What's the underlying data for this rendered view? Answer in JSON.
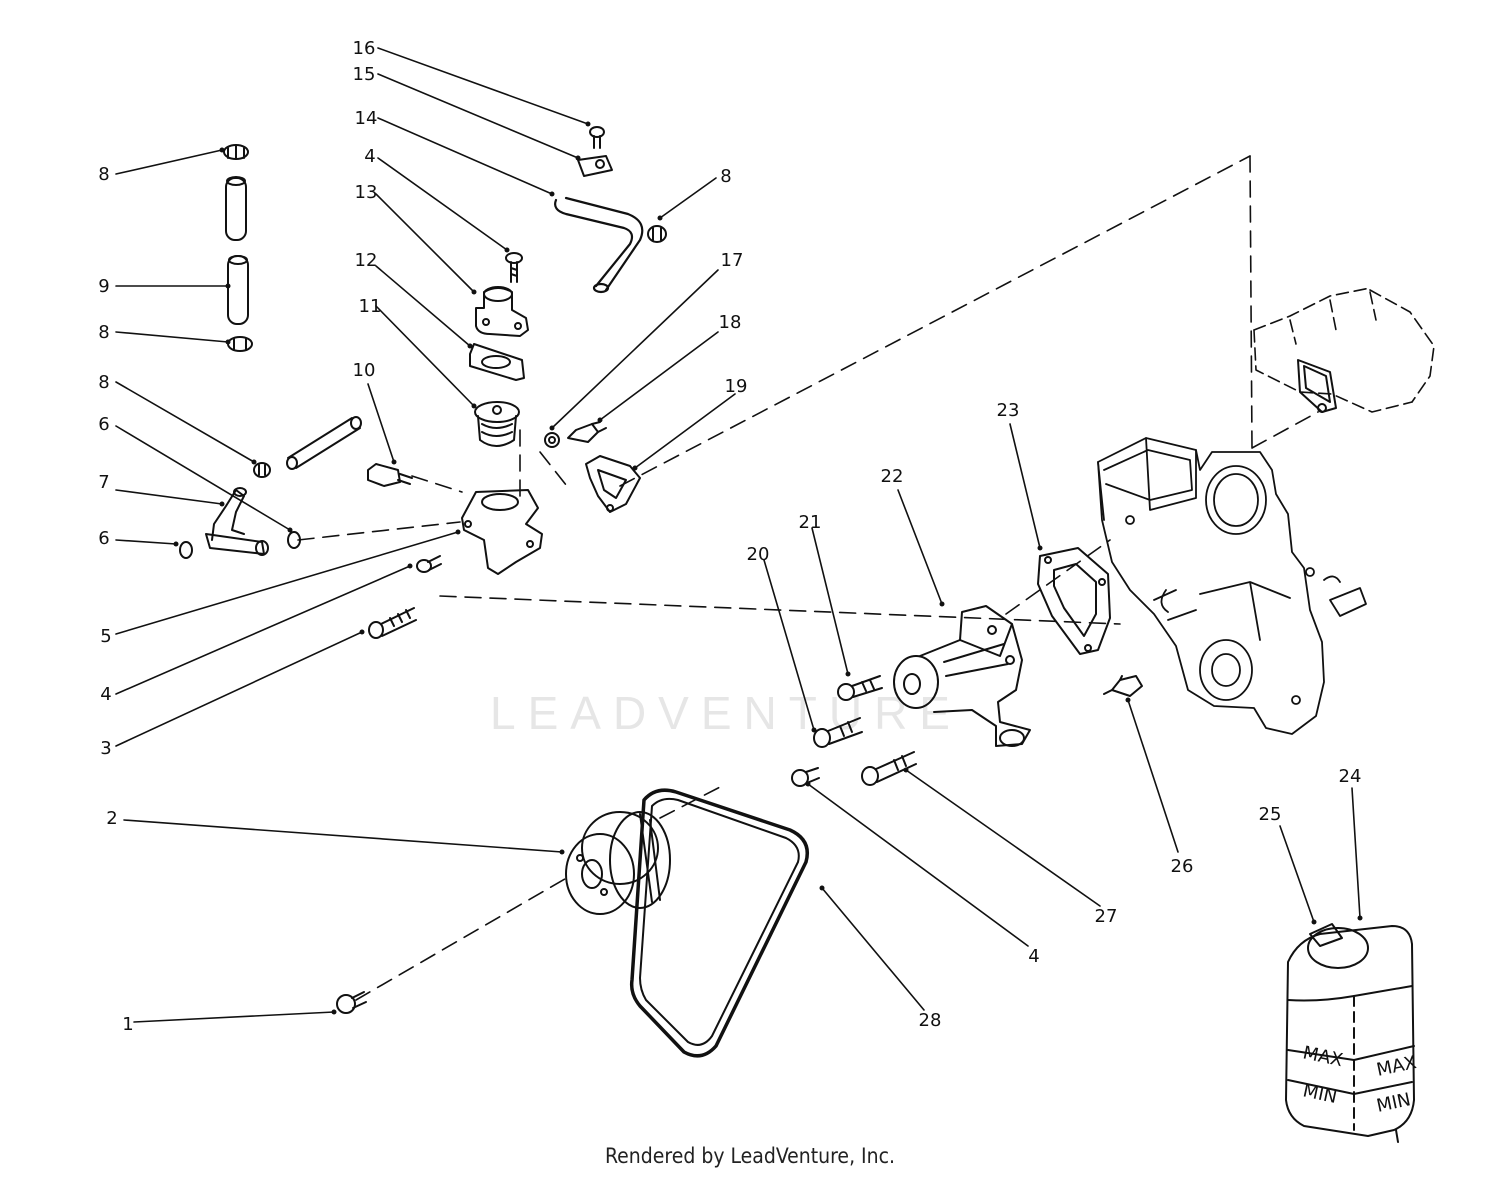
{
  "diagram": {
    "labels": [
      {
        "id": "16",
        "text": "16"
      },
      {
        "id": "15",
        "text": "15"
      },
      {
        "id": "14",
        "text": "14"
      },
      {
        "id": "4a",
        "text": "4"
      },
      {
        "id": "13",
        "text": "13"
      },
      {
        "id": "8a",
        "text": "8"
      },
      {
        "id": "8b",
        "text": "8"
      },
      {
        "id": "9",
        "text": "9"
      },
      {
        "id": "12",
        "text": "12"
      },
      {
        "id": "17",
        "text": "17"
      },
      {
        "id": "8c",
        "text": "8"
      },
      {
        "id": "11",
        "text": "11"
      },
      {
        "id": "18",
        "text": "18"
      },
      {
        "id": "10",
        "text": "10"
      },
      {
        "id": "8d",
        "text": "8"
      },
      {
        "id": "19",
        "text": "19"
      },
      {
        "id": "6a",
        "text": "6"
      },
      {
        "id": "23",
        "text": "23"
      },
      {
        "id": "7",
        "text": "7"
      },
      {
        "id": "22",
        "text": "22"
      },
      {
        "id": "6b",
        "text": "6"
      },
      {
        "id": "21",
        "text": "21"
      },
      {
        "id": "20",
        "text": "20"
      },
      {
        "id": "5",
        "text": "5"
      },
      {
        "id": "4b",
        "text": "4"
      },
      {
        "id": "3",
        "text": "3"
      },
      {
        "id": "24",
        "text": "24"
      },
      {
        "id": "2",
        "text": "2"
      },
      {
        "id": "25",
        "text": "25"
      },
      {
        "id": "26",
        "text": "26"
      },
      {
        "id": "27",
        "text": "27"
      },
      {
        "id": "4c",
        "text": "4"
      },
      {
        "id": "1",
        "text": "1"
      },
      {
        "id": "28",
        "text": "28"
      }
    ],
    "tank_marks": {
      "max": "MAX",
      "min": "MIN"
    }
  },
  "watermark": "LEADVENTURE",
  "credit": "Rendered by LeadVenture, Inc."
}
